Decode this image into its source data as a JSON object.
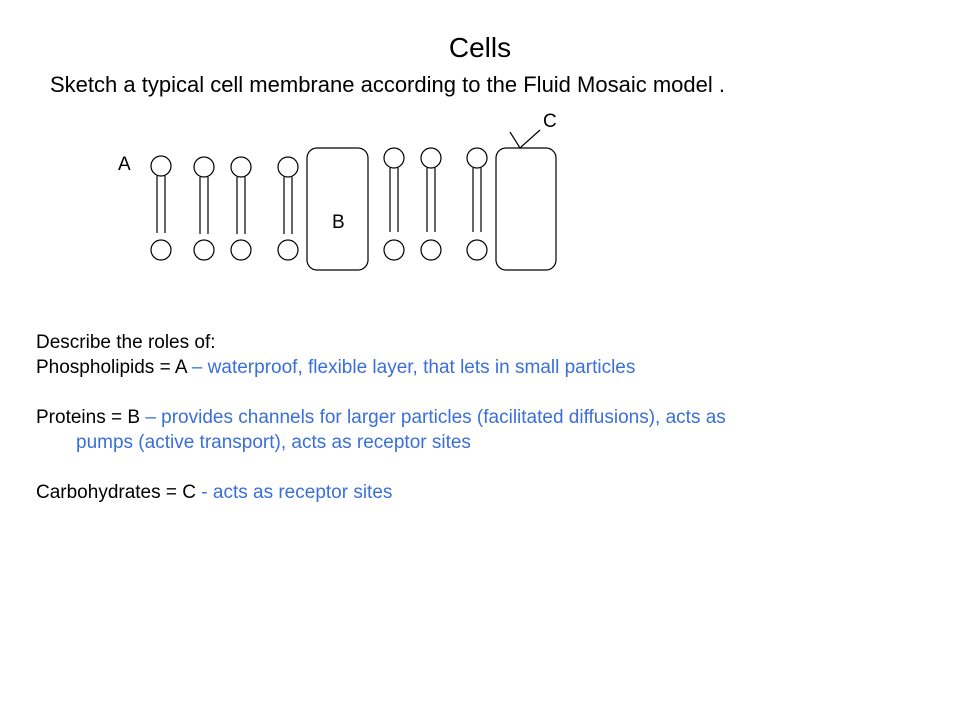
{
  "slide": {
    "title": "Cells",
    "subtitle": "Sketch a typical cell membrane according to the Fluid Mosaic model ."
  },
  "diagram": {
    "label_a": "A",
    "label_b": "B",
    "label_c": "C"
  },
  "roles": {
    "heading": "Describe the roles of:",
    "phospholipids": {
      "term": "Phospholipids = A ",
      "answer": "– waterproof, flexible layer, that lets in small particles"
    },
    "proteins": {
      "term": "Proteins = B ",
      "answer_line1": "– provides channels for larger particles (facilitated diffusions), acts as",
      "answer_line2": "pumps (active transport), acts as receptor sites"
    },
    "carbohydrates": {
      "term": "Carbohydrates = C ",
      "answer": "- acts as receptor sites"
    }
  },
  "colors": {
    "answer_text": "#3a6fd8",
    "text": "#000000",
    "background": "#ffffff"
  }
}
